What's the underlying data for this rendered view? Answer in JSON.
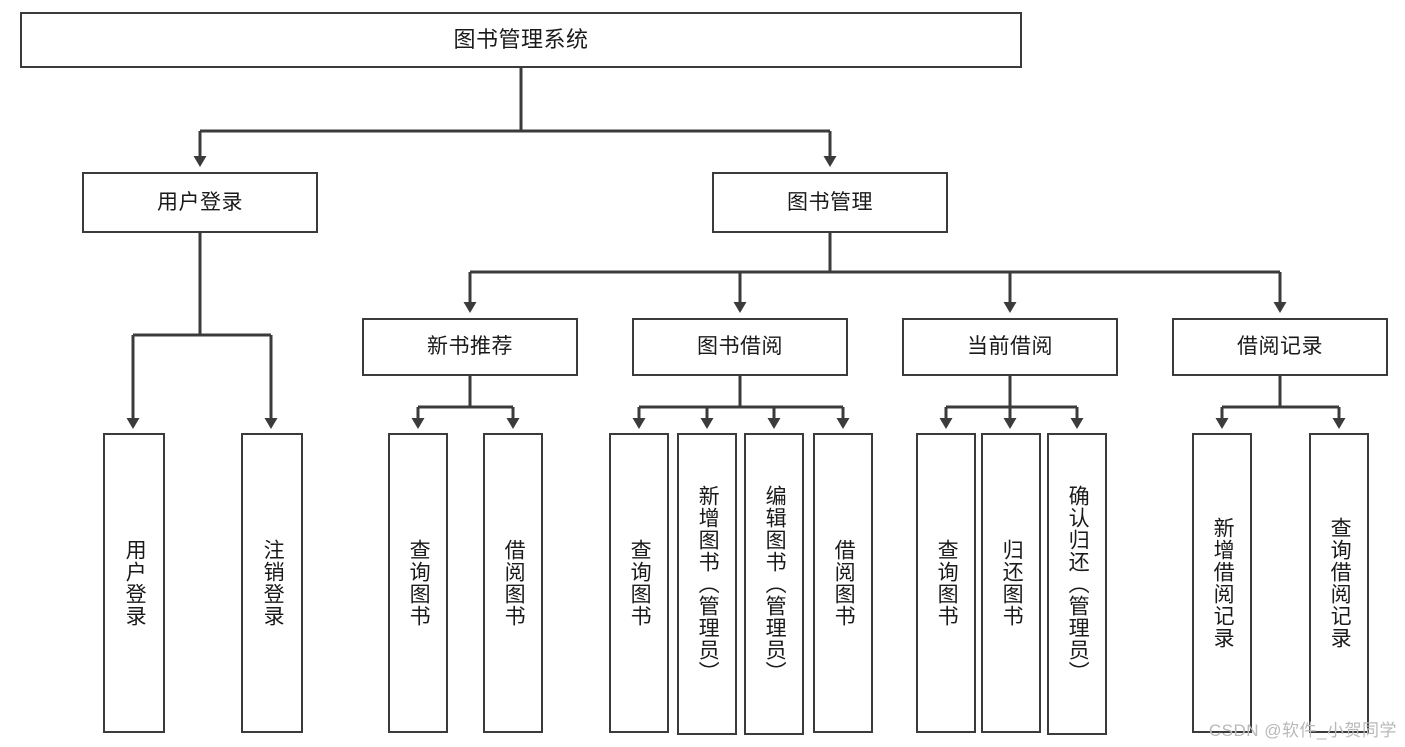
{
  "diagram": {
    "type": "tree-hierarchy-functional-decomposition",
    "title": "图书管理系统",
    "root": {
      "id": "root",
      "label": "图书管理系统"
    },
    "level1": [
      {
        "id": "user-login",
        "label": "用户登录"
      },
      {
        "id": "book-management",
        "label": "图书管理"
      }
    ],
    "level2": [
      {
        "id": "new-book-recommend",
        "label": "新书推荐",
        "parent": "book-management"
      },
      {
        "id": "book-borrow",
        "label": "图书借阅",
        "parent": "book-management"
      },
      {
        "id": "current-borrow",
        "label": "当前借阅",
        "parent": "book-management"
      },
      {
        "id": "borrow-record",
        "label": "借阅记录",
        "parent": "book-management"
      }
    ],
    "leaves": {
      "user_login": [
        {
          "id": "leaf-user-login",
          "label": "用户登录"
        },
        {
          "id": "leaf-logout-login",
          "label": "注销登录"
        }
      ],
      "new_book_recommend": [
        {
          "id": "leaf-query-book-1",
          "label": "查询图书"
        },
        {
          "id": "leaf-borrow-book-1",
          "label": "借阅图书"
        }
      ],
      "book_borrow": [
        {
          "id": "leaf-query-book-2",
          "label": "查询图书"
        },
        {
          "id": "leaf-add-book",
          "label": "新增图书（管理员）"
        },
        {
          "id": "leaf-edit-book",
          "label": "编辑图书（管理员）"
        },
        {
          "id": "leaf-borrow-book-2",
          "label": "借阅图书"
        }
      ],
      "current_borrow": [
        {
          "id": "leaf-query-book-3",
          "label": "查询图书"
        },
        {
          "id": "leaf-return-book",
          "label": "归还图书"
        },
        {
          "id": "leaf-confirm-return",
          "label": "确认归还（管理员）"
        }
      ],
      "borrow_record": [
        {
          "id": "leaf-add-record",
          "label": "新增借阅记录"
        },
        {
          "id": "leaf-query-record",
          "label": "查询借阅记录"
        }
      ]
    }
  },
  "watermark": {
    "text": "CSDN @软件_小贺同学"
  },
  "colors": {
    "stroke": "#3b3b3b",
    "background": "#ffffff",
    "text": "#1a1a1a",
    "watermark": "#b9b9b9"
  }
}
